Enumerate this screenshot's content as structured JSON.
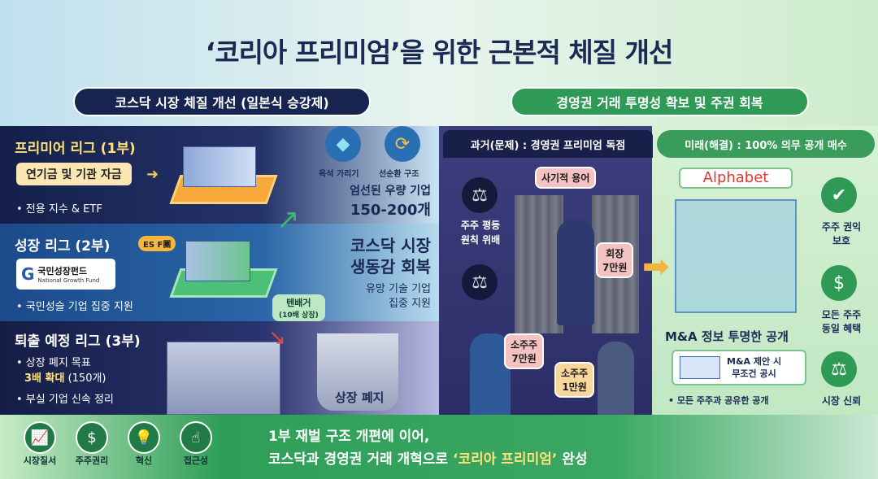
{
  "title": "‘코리아 프리미엄’을 위한 근본적 체질 개선",
  "left_pill": "코스닥 시장 체질 개선 (일본식 승강제)",
  "right_pill": "경영권 거래 투명성 확보 및 주권 회복",
  "left": {
    "league1": {
      "title": "프리미어 리그 (1부)",
      "tag": "연기금 및 기관 자금",
      "bullet": "• 전용 지수 & ETF"
    },
    "league2": {
      "title": "성장 리그 (2부)",
      "fund_ko": "국민성장펀드",
      "fund_en": "National Growth Fund",
      "bullet": "• 국민성슬 기업 집중 지원",
      "badge": "ES F團"
    },
    "league3": {
      "title": "퇴출 예정 리그 (3부)",
      "bullet1": "• 상장 폐지 목표",
      "bullet1b_hl": "3배 확대",
      "bullet1b": " (150개)",
      "bullet2": "• 부실 기업 신속 정리"
    },
    "icon1_label": "옥석 가리기",
    "icon2_label": "선순환 구조",
    "quality": "엄선된 우량 기업",
    "quality_count": "150-200개",
    "revive": "코스닥 시장",
    "revive2": "생동감 회복",
    "support1": "유망 기술 기업",
    "support2": "집중 지원",
    "tenbagger": "텐배거",
    "tenbagger_sub": "(10배 상장)",
    "delisting": "상장 폐지"
  },
  "middle": {
    "header": "과거(문제) : 경영권 프리미엄 독점",
    "fraud": "사기적 용어",
    "violation1": "주주 평등",
    "violation2": "원칙 위배",
    "chairman": "회장",
    "chairman_price": "7만원",
    "minor1": "소주주",
    "minor1_price": "7만원",
    "minor2": "소주주",
    "minor2_price": "1만원"
  },
  "right": {
    "header": "미래(해결) : 100% 의무 공개 매수",
    "brand": "Alphabet",
    "benefit1a": "주주 권익",
    "benefit1b": "보호",
    "benefit2a": "모든 주주",
    "benefit2b": "동일 혜택",
    "benefit3": "시장 신뢰",
    "ma_title": "M&A 정보 투명한 공개",
    "ma_box1": "M&A 제안 시",
    "ma_box2": "무조건 공시",
    "ma_bullet": "• 모든 주주과 공유한 공개"
  },
  "bottom": {
    "icons": [
      {
        "label": "시장질서",
        "icon": "chart-icon"
      },
      {
        "label": "주주권리",
        "icon": "dollar-hand-icon"
      },
      {
        "label": "혁신",
        "icon": "lightbulb-icon"
      },
      {
        "label": "접근성",
        "icon": "touch-icon"
      }
    ],
    "line1": "1부  재벌 구조 개편에 이어,",
    "line2a": "코스닥과 경영권 거래 개혁으로 ",
    "line2_hl": "‘코리아 프리미엄’",
    "line2b": " 완성"
  },
  "colors": {
    "navy": "#17244f",
    "green": "#2e9a55",
    "highlight": "#ffe27a"
  }
}
